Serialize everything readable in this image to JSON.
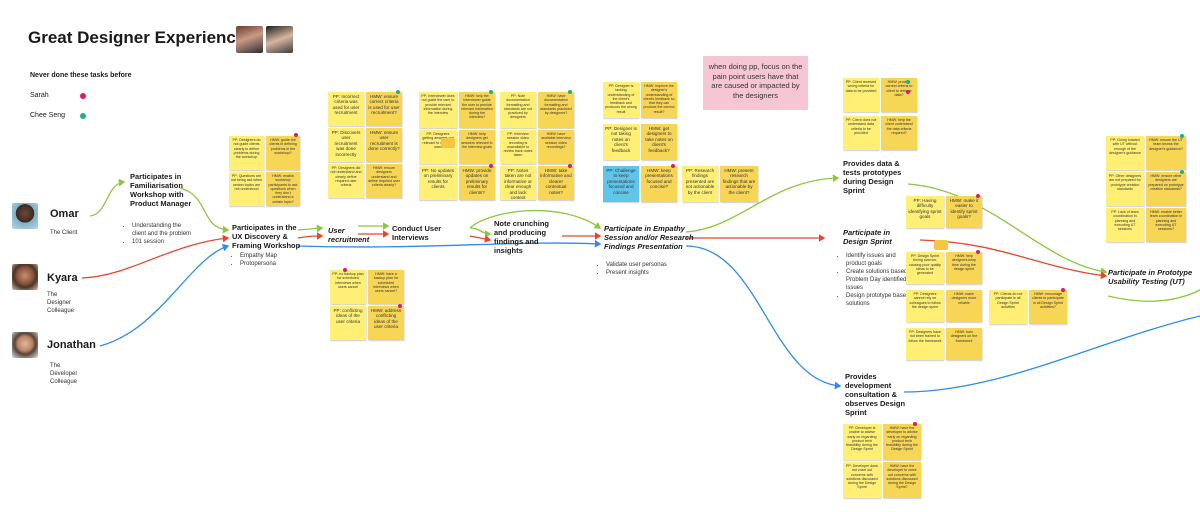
{
  "title": "Great Designer Experience",
  "legend": {
    "heading": "Never done these tasks before",
    "items": [
      {
        "name": "Sarah",
        "color": "#d51d6a"
      },
      {
        "name": "Chee Seng",
        "color": "#22ad8c"
      }
    ]
  },
  "colors": {
    "green": "#8dc63f",
    "red": "#e8472f",
    "blue": "#2f8ce6",
    "sticky": "#ffef74",
    "sticky_dark": "#f7d555",
    "sticky_blue": "#5fc6ea",
    "note_pink": "#f7c6d5"
  },
  "people": [
    {
      "name": "Omar",
      "role": "The Client"
    },
    {
      "name": "Kyara",
      "role": "The Designer Colleague"
    },
    {
      "name": "Jonathan",
      "role": "The Developer Colleague"
    }
  ],
  "steps": {
    "familiarisation": {
      "title": "Participates in Familiarisation Workshop with Product Manager",
      "bullets": [
        "Understanding the client and the problem",
        "101 session"
      ]
    },
    "ux_discovery": {
      "title": "Participates in the UX Discovery & Framing Workshop",
      "bullets": [
        "Empathy Map",
        "Protopersona"
      ]
    },
    "recruitment": {
      "title": "User recruitment"
    },
    "interviews": {
      "title": "Conduct User Interviews"
    },
    "crunching": {
      "title": "Note crunching and producing findings and insights"
    },
    "empathy": {
      "title": "Participate in Empathy Session and/or Research Findings Presentation",
      "bullets": [
        "Validate user personas",
        "Present insights"
      ]
    },
    "data": {
      "title": "Provides data & tests prototypes during Design Sprint"
    },
    "design_sprint": {
      "title": "Participate in Design Sprint",
      "bullets": [
        "Identify issues and product goals",
        "Create solutions based on Problem Day identified issues",
        "Design prototype base on solutions"
      ]
    },
    "dev": {
      "title": "Provides development consultation & observes Design Sprint"
    },
    "usability": {
      "title": "Participate in Prototype Usability Testing (UT)"
    }
  },
  "note": "when doing pp, focus on the pain point users have that are caused or impacted by the designers",
  "stickies": {
    "a1": "PP: Designers do not guide clients clearly to define problems during the workshop",
    "a2": "HMW: guide the clients in defining problems in the workshop?",
    "a3": "PP: Questions are not being ask when certain topics are not understood",
    "a4": "HMW: enable workshop participants to ask questions when they don't understand a certain topic?",
    "r1": "PP: Incorrect criteria was used for user recruitment",
    "r2": "HMW: ensure correct criteria is used for user recruitment?",
    "r3": "PP: Discovers user recruitment was done incorrectly",
    "r4": "HMW: ensure user recruitment is done correctly?",
    "r5": "PP: Designers did not understand and clearly define required user criteria",
    "r6": "HMW: ensure designers understand and define required user criteria clearly?",
    "r7": "PP: no backup plan for scheduled interviews when users cancel",
    "r8": "HMW: have a backup plan for scheduled interviews when users cancel?",
    "r9": "PP: conflicting ideas of the user criteria",
    "r10": "HMW: address conflicting ideas of the user criteria",
    "i1": "PP: Interviewer does not guide the user to provide relevant information during the interview",
    "i2": "HMW: help the interviewer guide the user to provide relevant information during the interview?",
    "i3": "PP: Designers getting answers not relevant to what we want",
    "i4": "HMW: help designers get answers relevant to the interview goals",
    "i5": "PP: No updates on preliminary results for clients",
    "i6": "HMW: provide updates on preliminary results for clients?",
    "c1": "PP: Note documentation formatting and standards are not practiced by designers",
    "c2": "HMW: have documentation formatting and standards practiced by designers?",
    "c3": "PP: Interview session video recording is unavailable to review back notes taken",
    "c4": "HMW: have available interview session video recordings?",
    "c5": "PP: Notes taken are not informative or clear enough and lack context",
    "c6": "HMW: take informative and clearer contextual notes?",
    "e1": "PP: Designer is lacking understanding of the client's feedback and produces the wrong result",
    "e2": "HMW: improve the designer's understanding of client's feedback so that they can produce the correct result?",
    "e3": "PP: Designer is not taking notes on client's feedback",
    "e4": "HMW: get designers to take notes on client's feedback?",
    "e5": "PP: Challenge to keep presentations focused and concise",
    "e6": "HMW: keep presentations focused and concise?",
    "e7": "PP: Research findings presented are not actionable by the client",
    "e8": "HMW: present research findings that are actionable by the client?",
    "d1": "PP: Client received wrong criteria for data to be provided",
    "d2": "HMW: provide correct criteria to client to retrieve data?",
    "d3": "PP: Client does not understand data criteria to be provided",
    "d4": "HMW: help the client understand the data criteria required?",
    "s1": "PP: Having difficulty identifying sprint goals",
    "s2": "HMW: make it easier to identify sprint goals?",
    "s3": "PP: Design Sprint timing overrun, causing poor quality ideas to be generated",
    "s4": "HMW: help designers keep time during the design sprint",
    "s5": "PP: Designers cannot rely on colleagues to follow the design sprint",
    "s6": "HMW: make designers more reliable",
    "s7": "PP: Designers have not been trained to follow the framework",
    "s8": "HMW: train designers on the framework",
    "s9": "PP: Clients do not participate in all Design Sprint activities",
    "s10": "HMW: encourage clients to participate in all Design Sprint activities?",
    "u1": "PP: Going forward with UT without enough of the designer's guidance",
    "u2": "HMW: ensure the UT team knows the designer's guidance?",
    "u3": "PP: Other designers are not prepared for prototype creation standards",
    "u4": "HMW: ensure other designers are prepared on prototype creation standards?",
    "u5": "PP: Lack of team coordination in planning and executing UT sessions",
    "u6": "HMW: enable better team coordination in planning and executing UT sessions?",
    "v1": "PP: Developer is unable to advise early on regarding product tech feasibility during the Design Sprint",
    "v2": "HMW: have the developer to advise early on regarding product tech feasibility during the Design Sprint",
    "v3": "PP: Developer does not voice out concerns with solutions discussed during the Design Sprint",
    "v4": "HMW: have the developer to voice out concerns with solutions discussed during the Design Sprint?"
  }
}
